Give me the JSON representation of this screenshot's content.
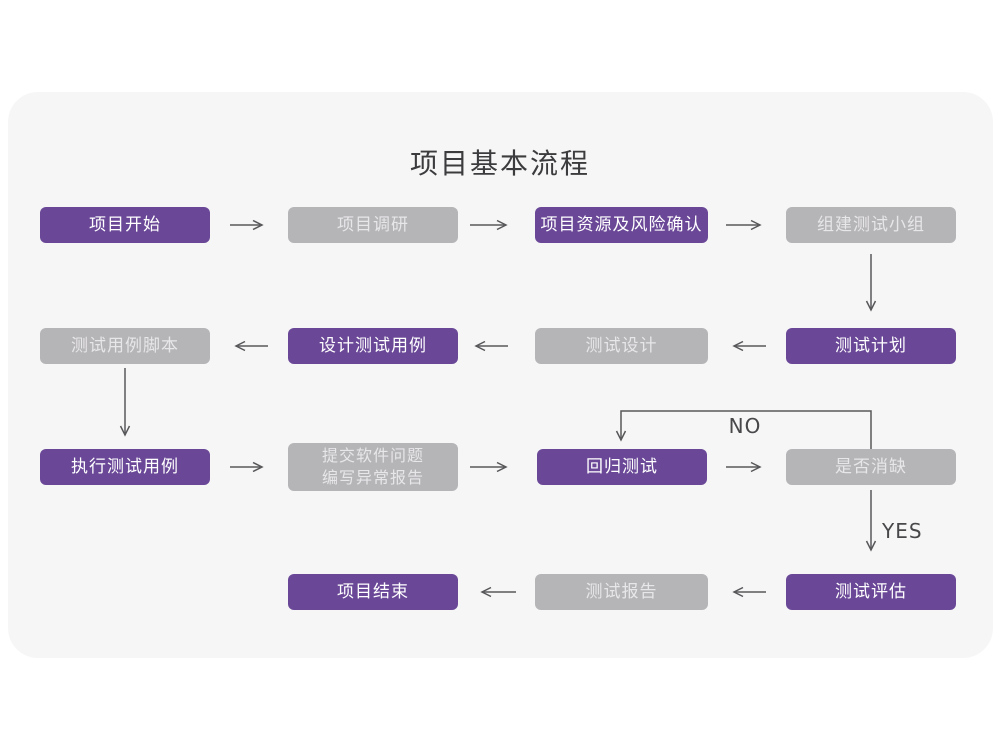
{
  "title": "项目基本流程",
  "palette": {
    "purple": "#6a4897",
    "gray": "#b5b4b6",
    "card_bg": "#f6f6f7",
    "arrow": "#58585a",
    "title_color": "#3c3c3e",
    "branch_label_color": "#48484a"
  },
  "nodes": {
    "project_start": {
      "label": "项目开始",
      "variant": "purple"
    },
    "project_research": {
      "label": "项目调研",
      "variant": "gray"
    },
    "resources_risk": {
      "label": "项目资源及风险确认",
      "variant": "purple"
    },
    "build_team": {
      "label": "组建测试小组",
      "variant": "gray"
    },
    "test_case_script": {
      "label": "测试用例脚本",
      "variant": "gray"
    },
    "design_test_case": {
      "label": "设计测试用例",
      "variant": "purple"
    },
    "test_design": {
      "label": "测试设计",
      "variant": "gray"
    },
    "test_plan": {
      "label": "测试计划",
      "variant": "purple"
    },
    "execute_test_case": {
      "label": "执行测试用例",
      "variant": "purple"
    },
    "submit_issue": {
      "line1": "提交软件问题",
      "line2": "编写异常报告",
      "variant": "gray"
    },
    "regression_test": {
      "label": "回归测试",
      "variant": "purple"
    },
    "defect_resolved": {
      "label": "是否消缺",
      "variant": "gray"
    },
    "project_end": {
      "label": "项目结束",
      "variant": "purple"
    },
    "test_report": {
      "label": "测试报告",
      "variant": "gray"
    },
    "test_evaluation": {
      "label": "测试评估",
      "variant": "purple"
    }
  },
  "branch_labels": {
    "no": "NO",
    "yes": "YES"
  }
}
